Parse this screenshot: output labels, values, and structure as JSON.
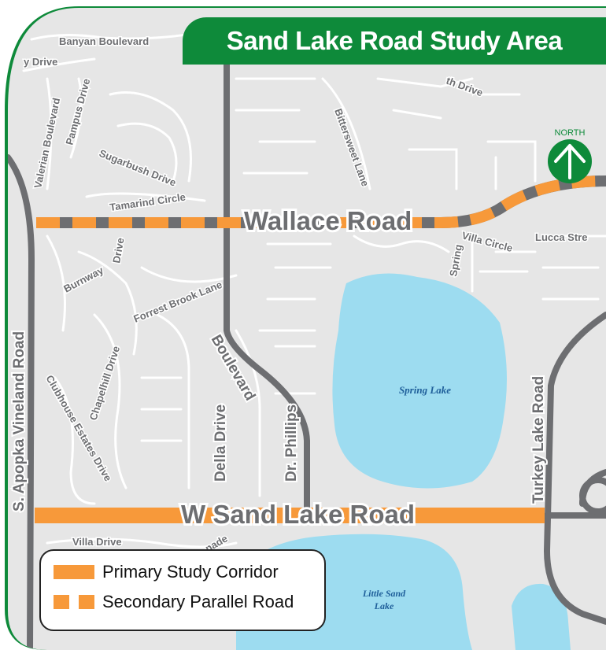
{
  "title": "Sand Lake Road Study Area",
  "north_label": "NORTH",
  "colors": {
    "primary_corridor": "#f7993a",
    "water": "#9ddcf0",
    "title_green": "#0e8a3a",
    "road_gray": "#6d6e71",
    "land": "#e6e6e6"
  },
  "major_roads": {
    "wallace": "Wallace Road",
    "sand_lake": "W Sand Lake Road",
    "vineland": "S. Apopka Vineland Road",
    "turkey_lake": "Turkey Lake Road",
    "della": "Della Drive",
    "dr_phillips_a": "Dr. Phillips",
    "dr_phillips_b": "Boulevard"
  },
  "streets": {
    "banyan": "Banyan Boulevard",
    "y_drive": "y Drive",
    "valerian": "Valerian Boulevard",
    "pampus": "Pampus Drive",
    "sugarbush": "Sugarbush Drive",
    "tamarind": "Tamarind Circle",
    "bittersweet": "Bittersweet Lane",
    "th_drive": "th Drive",
    "villa_circle": "Villa Circle",
    "spring": "Spring",
    "lucca": "Lucca Stre",
    "burnway": "Burnway",
    "drive_small": "Drive",
    "forrest_brook": "Forrest Brook Lane",
    "chapelhill": "Chapelhill Drive",
    "clubhouse": "Clubhouse Estates Drive",
    "villa_drive": "Villa Drive",
    "nade": "nade"
  },
  "lakes": {
    "spring_lake": "Spring Lake",
    "little_sand_1": "Little Sand",
    "little_sand_2": "Lake"
  },
  "legend": {
    "primary": "Primary Study Corridor",
    "secondary": "Secondary Parallel Road"
  }
}
